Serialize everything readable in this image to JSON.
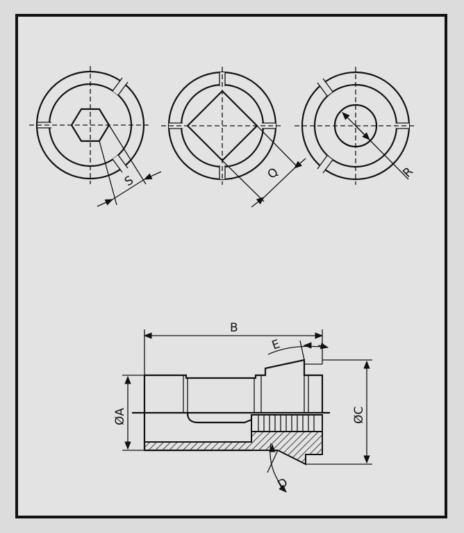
{
  "drawing": {
    "labels": {
      "s": "S",
      "q": "Q",
      "r": "R",
      "b": "B",
      "e": "E",
      "a": "ØA",
      "c": "ØC",
      "d": "D"
    },
    "colors": {
      "background": "#dcdcdc",
      "line": "#111111"
    }
  }
}
